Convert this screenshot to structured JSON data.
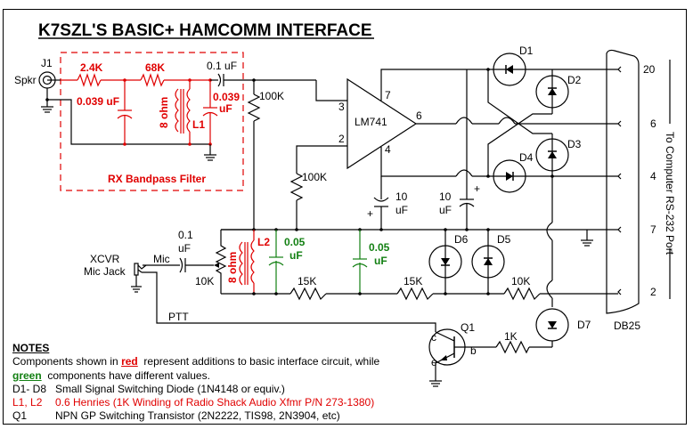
{
  "title": "K7SZL'S BASIC+ HAMCOMM INTERFACE",
  "colors": {
    "additions": "#e00000",
    "changed": "#138013",
    "wire": "#000000"
  },
  "filter": {
    "label": "RX Bandpass Filter",
    "r1": "2.4K",
    "r2": "68K",
    "c1": "0.039 uF",
    "c2_a": "0.039",
    "c2_b": "uF",
    "l1_name": "L1",
    "l1_value": "8 ohm"
  },
  "j1": {
    "name": "J1",
    "label": "Spkr"
  },
  "coupling_cap": "0.1 uF",
  "r_bias1": "100K",
  "r_bias2": "100K",
  "opamp": {
    "name": "LM741",
    "pin3": "3",
    "pin2": "2",
    "pin7": "7",
    "pin4": "4",
    "pin6": "6"
  },
  "caps_10uf": [
    {
      "a": "10",
      "b": "uF",
      "plus": "+"
    },
    {
      "a": "10",
      "b": "uF",
      "plus": "+"
    }
  ],
  "diodes": [
    "D1",
    "D2",
    "D3",
    "D4",
    "D5",
    "D6",
    "D7"
  ],
  "db25": {
    "name": "DB25",
    "pins": [
      "20",
      "6",
      "4",
      "7",
      "2"
    ],
    "side_label": "To Computer RS-232 Port"
  },
  "mic": {
    "jack_label_1": "XCVR",
    "jack_label_2": "Mic Jack",
    "mic_label": "Mic",
    "ptt_label": "PTT",
    "cap_a": "0.1",
    "cap_b": "uF",
    "pot": "10K",
    "l2_name": "L2",
    "l2_value": "8 ohm",
    "c_green1_a": "0.05",
    "c_green1_b": "uF",
    "c_green2_a": "0.05",
    "c_green2_b": "uF",
    "r15k_1": "15K",
    "r15k_2": "15K",
    "r10k": "10K"
  },
  "q1": {
    "name": "Q1",
    "c": "c",
    "b": "b",
    "e": "e",
    "r_base": "1K"
  },
  "notes": {
    "header": "NOTES",
    "line1_pre": "Components shown in ",
    "line1_key": "red",
    "line1_post": "  represent additions to basic interface circuit, while",
    "line2_key": "green",
    "line2_post": "  components have different values.",
    "items": [
      {
        "key": "D1- D8",
        "text": "Small Signal Switching Diode (1N4148 or equiv.)",
        "color": "black"
      },
      {
        "key": "L1, L2",
        "text": "0.6 Henries (1K Winding of Radio Shack Audio Xfmr P/N 273-1380)",
        "color": "red"
      },
      {
        "key": "Q1",
        "text": "NPN GP Switching Transistor (2N2222, TIS98, 2N3904, etc)",
        "color": "black"
      }
    ]
  }
}
